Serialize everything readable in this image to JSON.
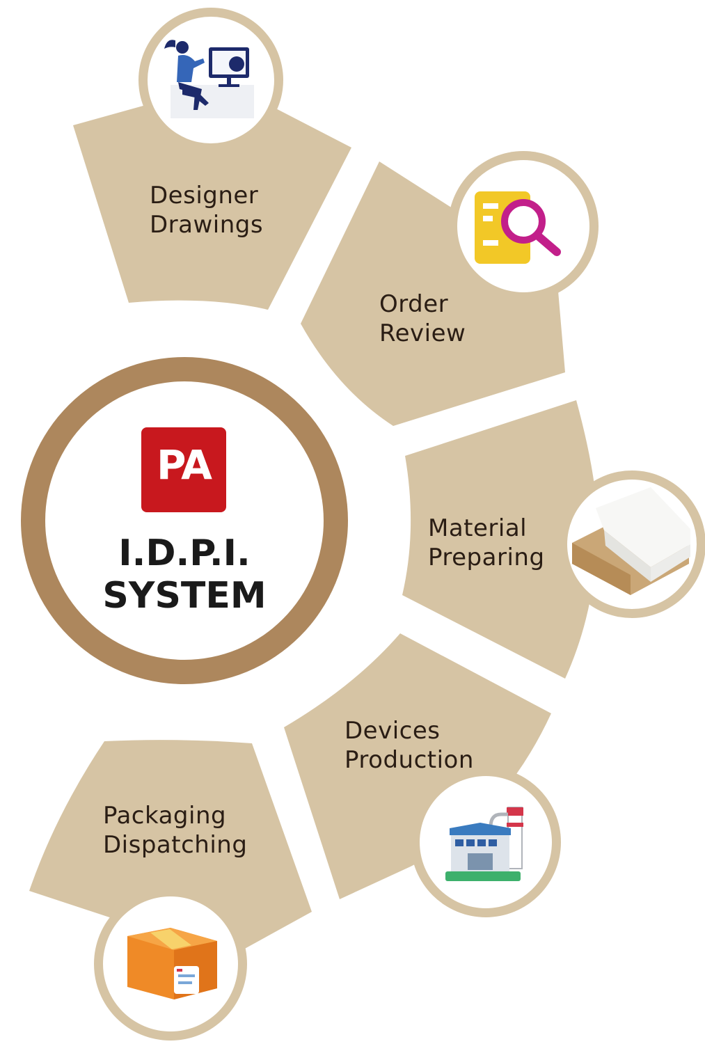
{
  "center": {
    "logo_text": "PA",
    "title_line1": "I.D.P.I.",
    "title_line2": "SYSTEM",
    "logo_color": "#c8181e",
    "ring_color": "#a8845a"
  },
  "colors": {
    "segment": "#d6c4a4",
    "icon_circle_border": "#d6c4a4",
    "icon_circle_fill": "#ffffff"
  },
  "steps": [
    {
      "line1": "Designer",
      "line2": "Drawings",
      "icon": "designer-at-computer-icon"
    },
    {
      "line1": "Order",
      "line2": "Review",
      "icon": "document-magnifier-icon"
    },
    {
      "line1": "Material",
      "line2": "Preparing",
      "icon": "material-boards-icon"
    },
    {
      "line1": "Devices",
      "line2": "Production",
      "icon": "factory-icon"
    },
    {
      "line1": "Packaging",
      "line2": "Dispatching",
      "icon": "package-box-icon"
    }
  ]
}
